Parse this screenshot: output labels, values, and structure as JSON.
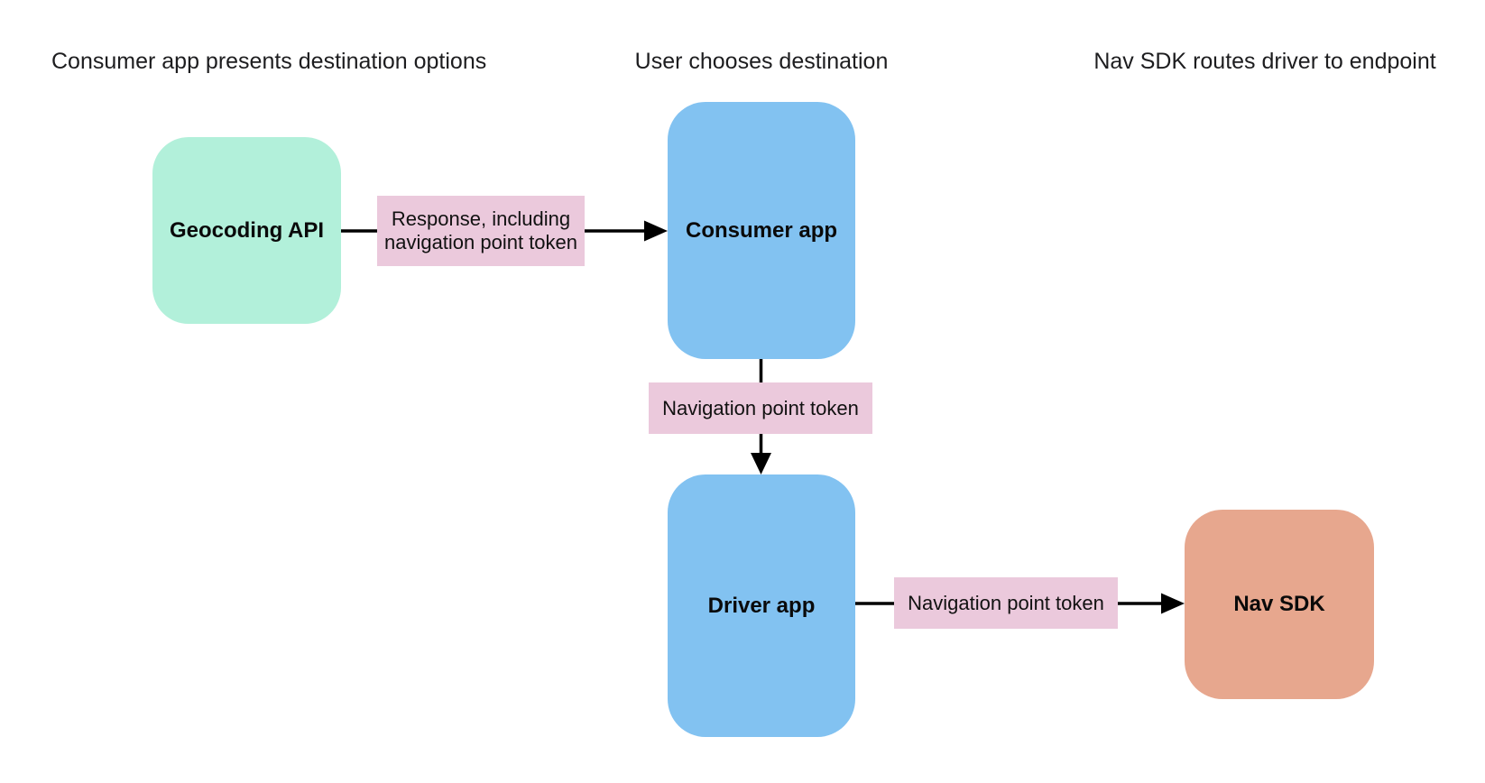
{
  "page": {
    "background": "#ffffff",
    "text_color": "#1d1d1f"
  },
  "headers": [
    {
      "label": "Consumer app presents destination options"
    },
    {
      "label": "User chooses destination"
    },
    {
      "label": "Nav SDK routes driver to endpoint"
    }
  ],
  "nodes": {
    "geocoding_api": {
      "label": "Geocoding API",
      "fill": "#b2f0da"
    },
    "consumer_app": {
      "label": "Consumer app",
      "fill": "#82c2f1"
    },
    "driver_app": {
      "label": "Driver app",
      "fill": "#82c2f1"
    },
    "nav_sdk": {
      "label": "Nav SDK",
      "fill": "#e7a78e"
    }
  },
  "edges": {
    "geocoding_to_consumer": {
      "from": "Geocoding API",
      "to": "Consumer app",
      "label": "Response, including navigation point token",
      "label_fill": "#ebc9dc"
    },
    "consumer_to_driver": {
      "from": "Consumer app",
      "to": "Driver app",
      "label": "Navigation point token",
      "label_fill": "#ebc9dc"
    },
    "driver_to_navsdk": {
      "from": "Driver app",
      "to": "Nav SDK",
      "label": "Navigation point token",
      "label_fill": "#ebc9dc"
    }
  },
  "arrow_color": "#000000"
}
